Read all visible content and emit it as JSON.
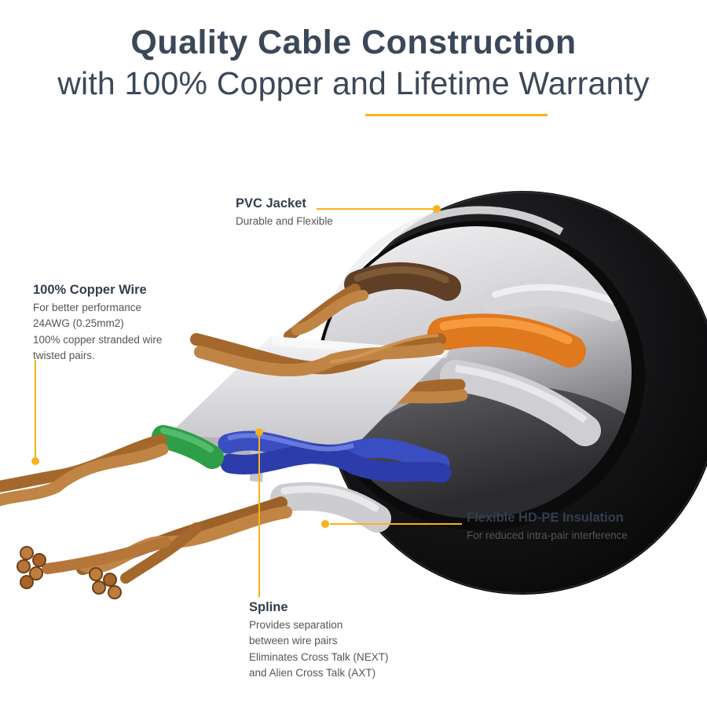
{
  "title": {
    "line1": "Quality Cable Construction",
    "line2": "with 100% Copper and Lifetime Warranty"
  },
  "callouts": {
    "pvc_jacket": {
      "title": "PVC Jacket",
      "description": "Durable and Flexible"
    },
    "copper_wire": {
      "title": "100% Copper Wire",
      "description": "For better performance\n24AWG (0.25mm2)\n100% copper stranded wire\ntwisted pairs."
    },
    "hdpe_insulation": {
      "title": "Flexible HD-PE Insulation",
      "description": "For reduced intra-pair interference"
    },
    "spline": {
      "title": "Spline",
      "description": "Provides separation\nbetween wire pairs\nEliminates Cross Talk (NEXT)\nand Alien Cross Talk (AXT)"
    }
  },
  "colors": {
    "heading": "#3b4859",
    "accent_yellow": "#f9b218",
    "body_text": "#555555",
    "callout_title": "#333f4d",
    "jacket_black": "#0e0e10",
    "copper": "#b5702f",
    "insulation_orange": "#e0781e",
    "insulation_brown": "#5f4026",
    "insulation_green": "#2f9e49",
    "insulation_blue": "#3a4ec2",
    "insulation_gray": "#cdcdd1",
    "spline_gray": "#d6d6d9"
  }
}
